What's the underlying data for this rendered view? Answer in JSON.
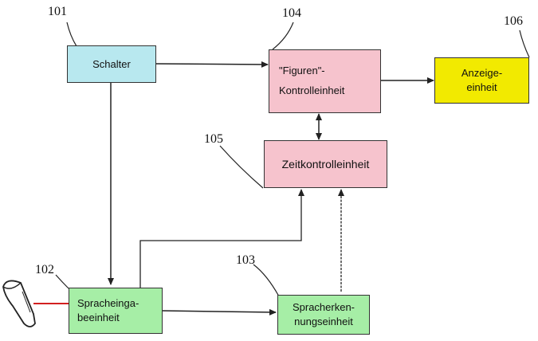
{
  "colors": {
    "cyan": "#b8e8ef",
    "pink": "#f6c3cd",
    "yellow": "#f2ea00",
    "green": "#a6eea6",
    "line": "#222222",
    "mic_line": "#cc0000"
  },
  "blocks": {
    "switch": {
      "ref": "101",
      "label": "Schalter"
    },
    "speech_input": {
      "ref": "102",
      "label": "Spracheinga-\nbeeinheit"
    },
    "speech_recognition": {
      "ref": "103",
      "label": "Spracherken-\nnungseinheit"
    },
    "figure_control": {
      "ref": "104",
      "label": "\"Figuren\"-\nKontrolleinheit"
    },
    "time_control": {
      "ref": "105",
      "label": "Zeitkontrolleinheit"
    },
    "display": {
      "ref": "106",
      "label": "Anzeige-\neinheit"
    }
  },
  "icons": {
    "microphone": "microphone-icon"
  }
}
